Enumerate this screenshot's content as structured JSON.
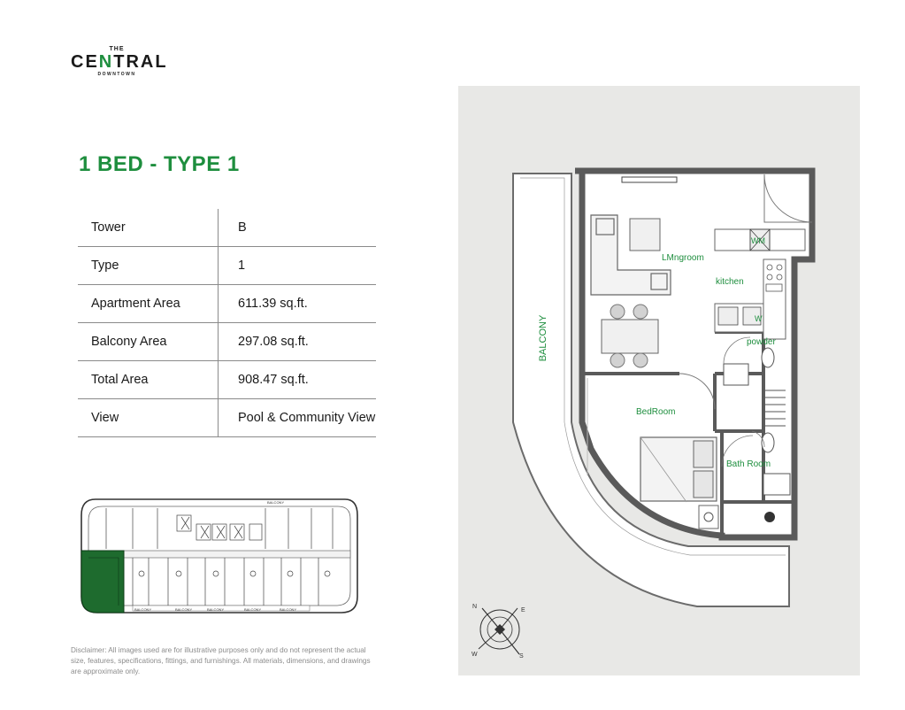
{
  "logo": {
    "line1": "THE",
    "line2_a": "CE",
    "line2_accent": "N",
    "line2_b": "TRAL",
    "line3": "DOWNTOWN"
  },
  "title": "1 BED  - TYPE 1",
  "specs": [
    {
      "label": "Tower",
      "value": "B"
    },
    {
      "label": "Type",
      "value": "1"
    },
    {
      "label": "Apartment Area",
      "value": "611.39 sq.ft."
    },
    {
      "label": "Balcony Area",
      "value": "297.08 sq.ft."
    },
    {
      "label": "Total Area",
      "value": "908.47 sq.ft."
    },
    {
      "label": "View",
      "value": "Pool & Community View"
    }
  ],
  "keyplan": {
    "balcony_labels": [
      "BALCONY",
      "BALCONY",
      "BALCONY",
      "BALCONY",
      "BALCONY",
      "BALCONY"
    ],
    "highlight_color": "#1e6b2e"
  },
  "floorplan": {
    "rooms": {
      "balcony": "BALCONY",
      "living": "LMngroom",
      "kitchen": "kitchen",
      "wm": "WM",
      "w": "W",
      "powder": "powder",
      "bedroom": "BedRoom",
      "bathroom": "Bath Room"
    },
    "compass": {
      "n": "N",
      "e": "E",
      "s": "S",
      "w": "W"
    },
    "label_color": "#1e8e3e"
  },
  "disclaimer": "Disclaimer: All images used are for illustrative purposes only and do not represent the actual size, features, specifications, fittings, and furnishings. All materials, dimensions, and drawings are approximate only."
}
